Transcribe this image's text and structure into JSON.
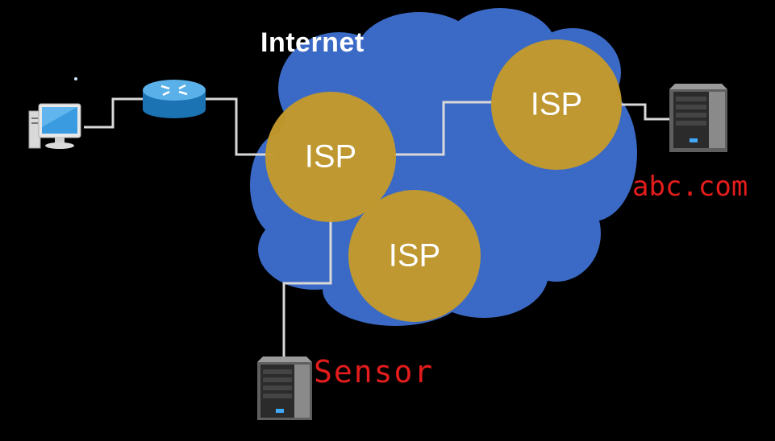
{
  "diagram": {
    "cloud_label": "Internet",
    "isp_nodes": [
      {
        "id": "left",
        "label": "ISP"
      },
      {
        "id": "right",
        "label": "ISP"
      },
      {
        "id": "bottom",
        "label": "ISP"
      }
    ],
    "devices": [
      {
        "id": "client",
        "icon": "desktop-computer-icon"
      },
      {
        "id": "router",
        "icon": "router-icon"
      },
      {
        "id": "abc-server",
        "icon": "server-icon"
      },
      {
        "id": "sensor-server",
        "icon": "server-icon"
      }
    ],
    "annotations": {
      "abc": "abc.com",
      "sensor": "Sensor"
    },
    "colors": {
      "background": "#000000",
      "cloud": "#3b6ac6",
      "isp": "#c39a2c",
      "link": "#d8d8d8",
      "annotation": "#e41c1c"
    }
  }
}
